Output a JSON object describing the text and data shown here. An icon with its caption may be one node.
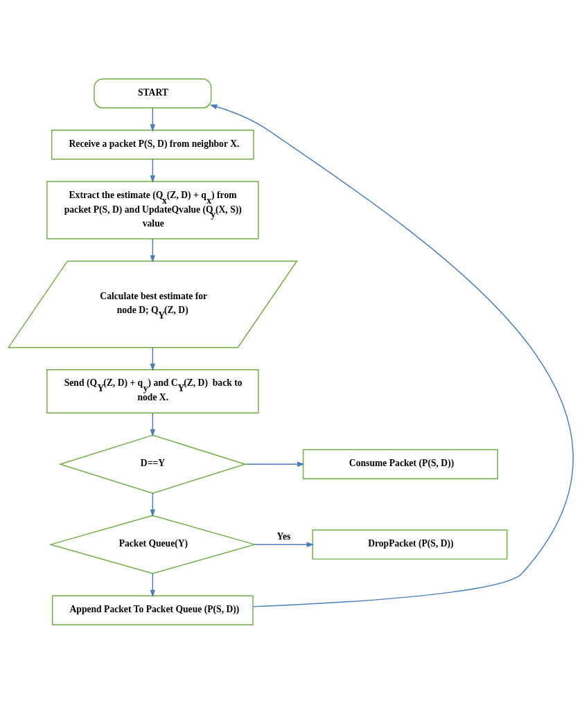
{
  "diagram": {
    "nodes": [
      {
        "text": [
          "START"
        ]
      },
      {
        "text": [
          "Receive a packet P(S, D) from neighbor X."
        ]
      },
      {
        "text": [
          "Extract the estimate (Q$_{x}$(Z, D) + q$_{x}$) from packet P(S, D) and UpdateQvalue (Q$_{y}$(X, S)) value"
        ]
      },
      {
        "text": [
          "Calculate best estimate for node D; Q$_{Y}$(Z, D)"
        ]
      },
      {
        "text": [
          "Send (Q$_{Y}$(Z, D) + q$_{y}$) and C$_{Y}$(Z, D)  back to node X."
        ]
      },
      {
        "text": [
          "D==Y"
        ]
      },
      {
        "text": [
          "Consume Packet (P(S, D))"
        ]
      },
      {
        "text": [
          "Packet Queue(Y)"
        ]
      },
      {
        "text": [
          "DropPacket (P(S, D))"
        ]
      },
      {
        "text": [
          "Append Packet To Packet Queue (P(S, D))"
        ]
      }
    ],
    "edges": [
      {
        "from": 0,
        "to": 1,
        "arrow": "to"
      },
      {
        "from": 1,
        "to": 2,
        "arrow": "to"
      },
      {
        "from": 2,
        "to": 3,
        "arrow": "to"
      },
      {
        "from": 3,
        "to": 4,
        "arrow": "to"
      },
      {
        "from": 4,
        "to": 5,
        "arrow": "to"
      },
      {
        "from": 5,
        "to": 6,
        "arrow": "to"
      },
      {
        "from": 5,
        "to": 7,
        "arrow": "to"
      },
      {
        "from": 7,
        "to": 8,
        "label": "Yes",
        "arrow": "to"
      },
      {
        "from": 7,
        "to": 9,
        "arrow": "to"
      },
      {
        "from": 9,
        "to": 0,
        "arrow": "to"
      }
    ]
  }
}
